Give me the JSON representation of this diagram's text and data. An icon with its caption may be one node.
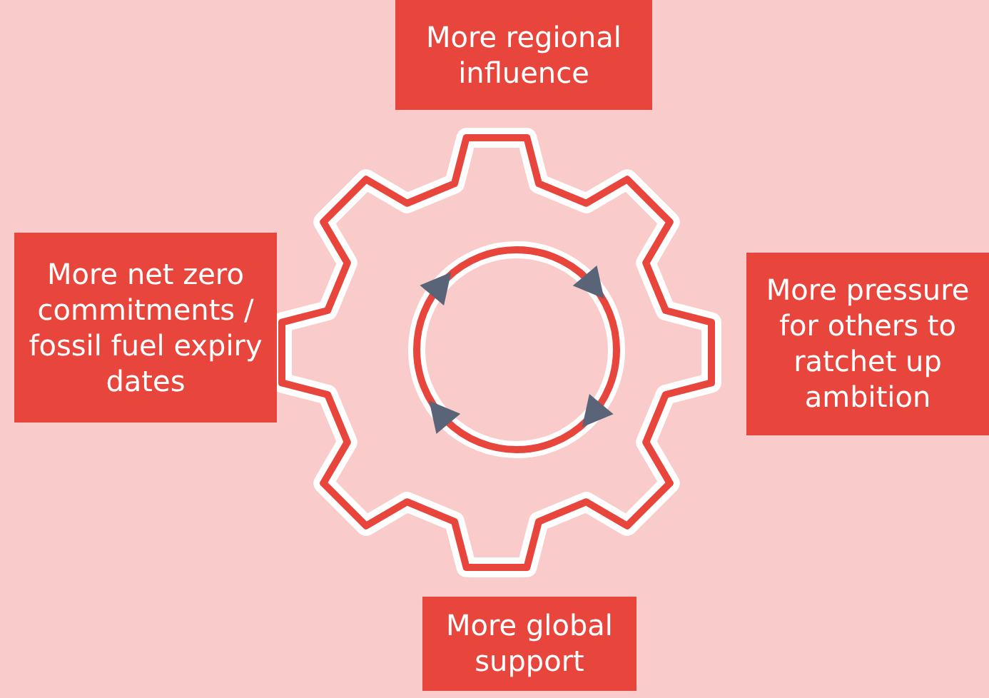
{
  "diagram": {
    "nodes": [
      {
        "text": [
          "More regional influence"
        ]
      },
      {
        "text": [
          "More net zero commitments / fossil fuel expiry dates"
        ]
      },
      {
        "text": [
          "More pressure for others to ratchet up ambition"
        ]
      },
      {
        "text": [
          "More global support"
        ]
      }
    ]
  }
}
